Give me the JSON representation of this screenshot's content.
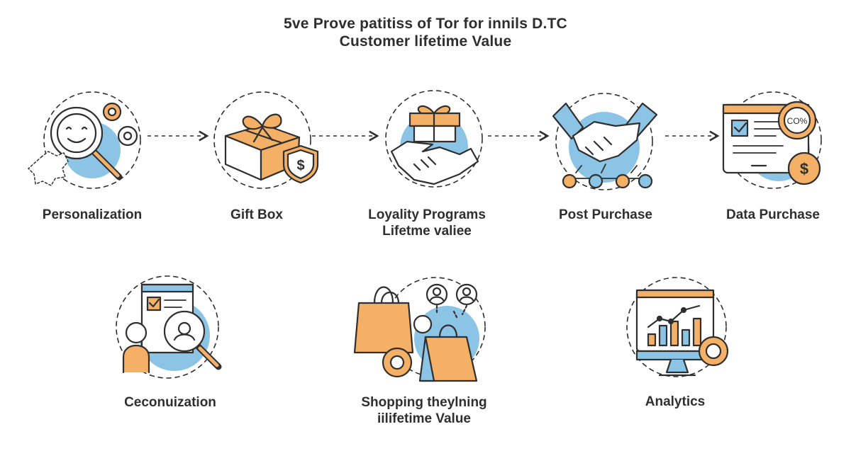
{
  "title": {
    "line1": "5ve Prove  patitiss of Tor for innils D.TC",
    "line2": "Customer lifetime Value"
  },
  "steps": [
    {
      "icon": "magnifier-smiley-gears-icon",
      "label": "Personalization",
      "label2": ""
    },
    {
      "icon": "gift-box-dollar-shield-icon",
      "label": "Gift Box",
      "label2": ""
    },
    {
      "icon": "gift-handshake-icon",
      "label": "Loyality Programs",
      "label2": "Lifetme valiee"
    },
    {
      "icon": "handshake-network-icon",
      "label": "Post Purchase",
      "label2": ""
    },
    {
      "icon": "document-dollar-gear-icon",
      "label": "Data Purchase",
      "label2": ""
    },
    {
      "icon": "profile-document-magnifier-icon",
      "label": "Ceconuization",
      "label2": ""
    },
    {
      "icon": "shopping-bags-users-icon",
      "label": "Shopping theylning",
      "label2": "iilifetime Value"
    },
    {
      "icon": "monitor-bar-chart-icon",
      "label": "Analytics",
      "label2": ""
    }
  ],
  "gear_text": "CO%",
  "colors": {
    "accent_orange": "#f4b066",
    "accent_blue": "#8cc4e6",
    "line": "#2f2f2f"
  }
}
